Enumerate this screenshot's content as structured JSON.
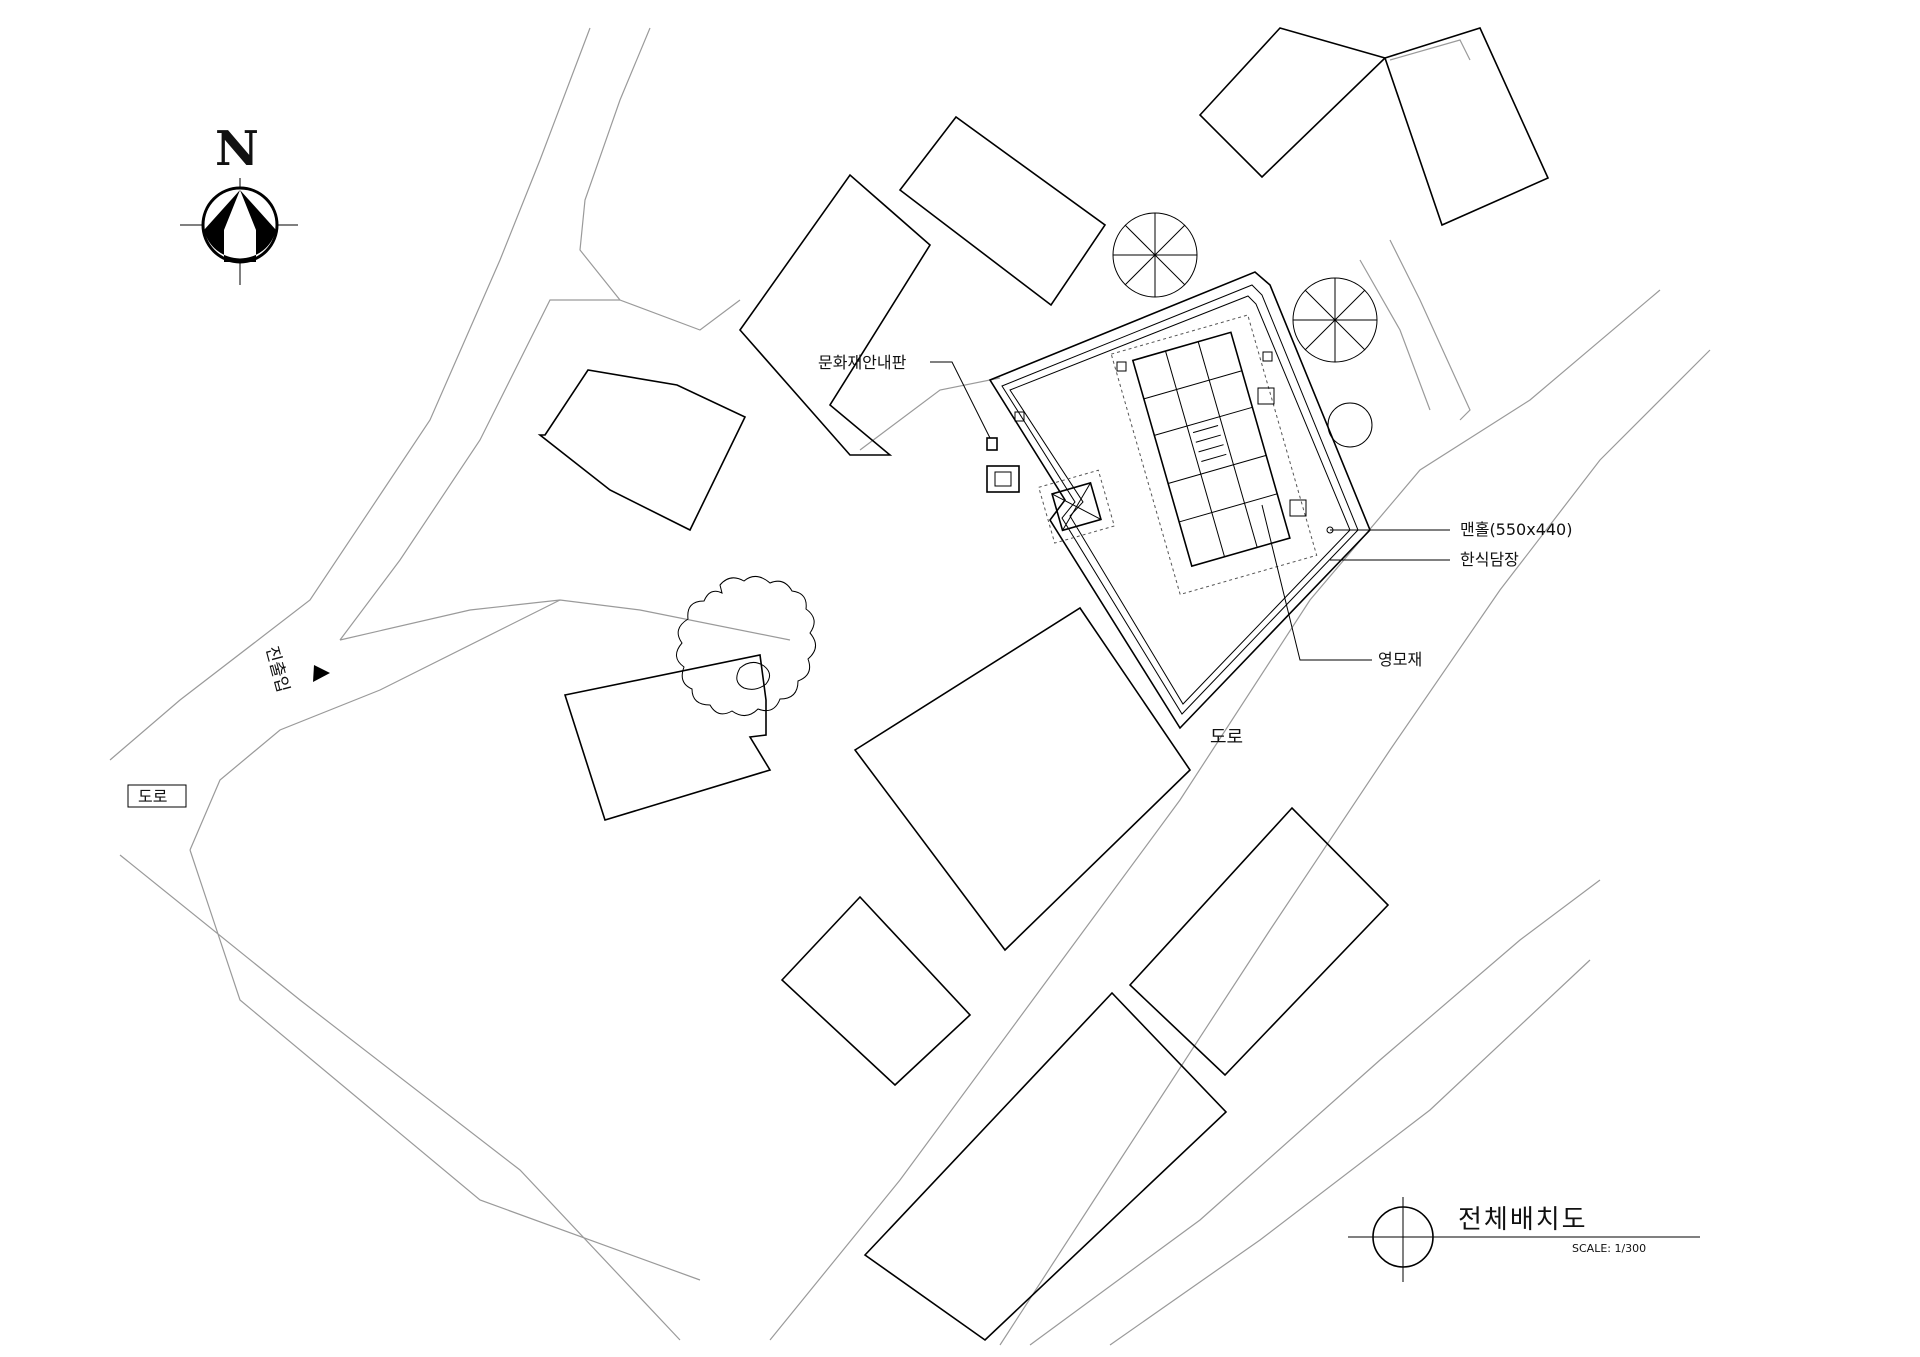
{
  "north": {
    "letter": "N"
  },
  "labels": {
    "cultural_sign": "문화재안내판",
    "manhole": "맨홀(550x440)",
    "fence": "한식담장",
    "main_building": "영모재",
    "road_upper": "도로",
    "road_left": "도로",
    "entrance": "진출입"
  },
  "title_block": {
    "title": "전체배치도",
    "scale": "SCALE: 1/300"
  }
}
